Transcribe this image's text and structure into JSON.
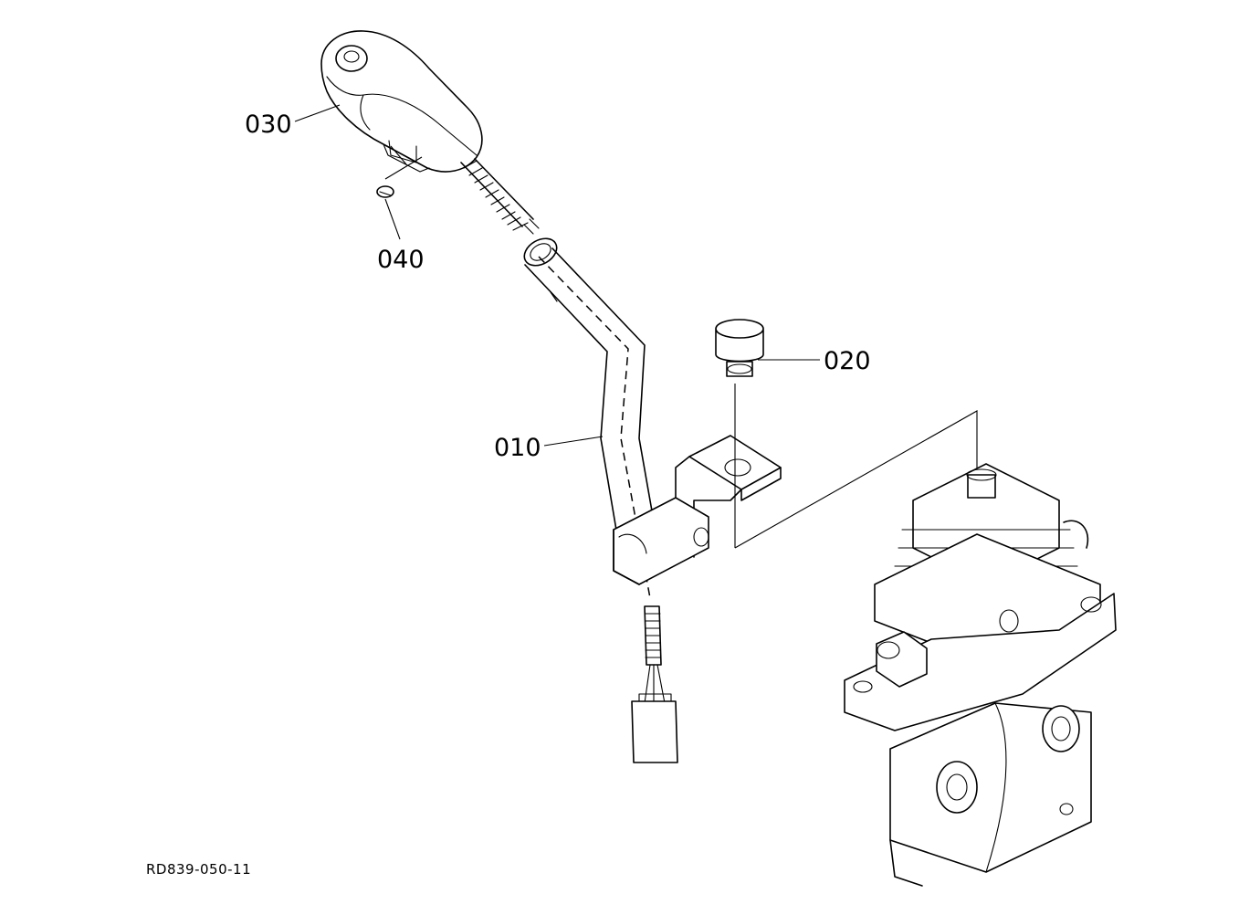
{
  "drawing_number": "RD839-050-11",
  "callouts": {
    "p010": "010",
    "p020": "020",
    "p030": "030",
    "p040": "040"
  }
}
